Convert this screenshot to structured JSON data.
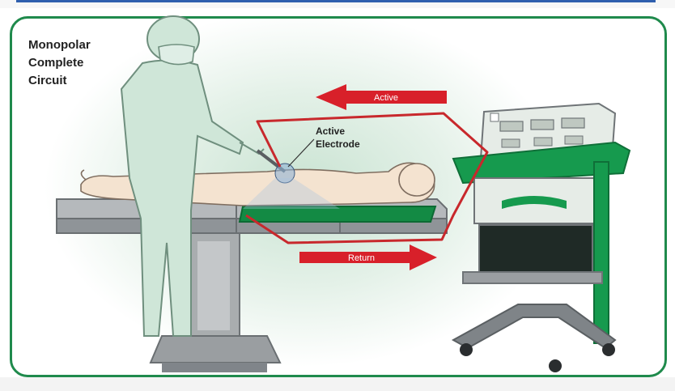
{
  "title_lines": [
    "Monopolar",
    "Complete",
    "Circuit"
  ],
  "labels": {
    "active_arrow": "Active",
    "return_arrow": "Return",
    "electrode_line1": "Active",
    "electrode_line2": "Electrode"
  },
  "colors": {
    "frame": "#1f8a4c",
    "arrow": "#d8202a",
    "circuit": "#c8282c",
    "scrubs": "#cfe6d8",
    "return_pad": "#138a44",
    "unit_green": "#169a4e"
  }
}
